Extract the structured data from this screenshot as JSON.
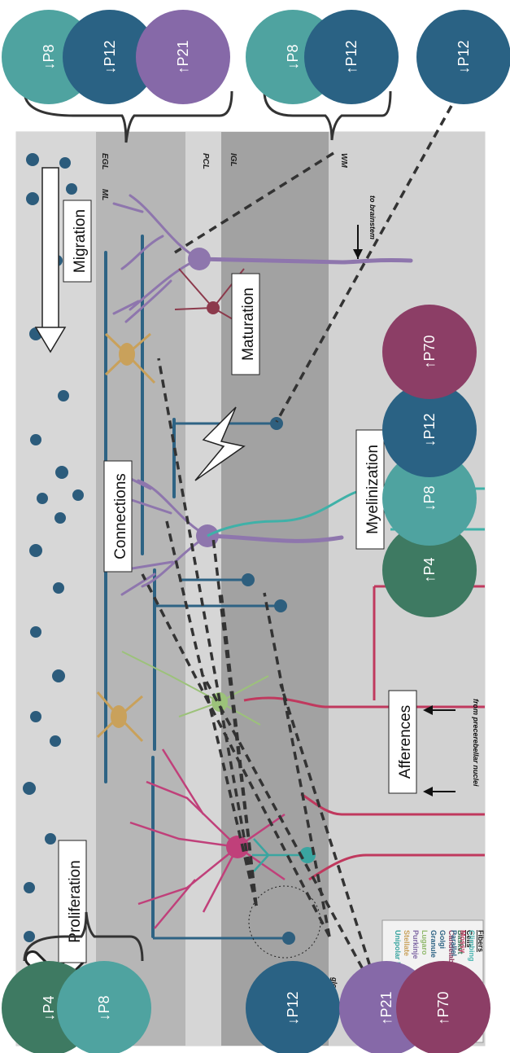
{
  "processes": {
    "proliferation": "Proliferation",
    "migration": "Migration",
    "connections": "Connections",
    "maturation": "Maturation",
    "myelinization": "Myelinization",
    "afferences": "Afferences"
  },
  "layers": {
    "egl": "EGL",
    "ml": "ML",
    "pcl": "PCL",
    "igl": "IGL",
    "wm": "WM"
  },
  "annotations": {
    "to_brainstem": "to brainstem",
    "from_precerebellar": "from precerebellar nuclei",
    "glomerulus": "glomerulus"
  },
  "legend": {
    "cells_title": "Cells",
    "cells": [
      {
        "label": "Basket",
        "color": "#3f7a5a"
      },
      {
        "label": "Candelabrum",
        "color": "#8e3a5e"
      },
      {
        "label": "Golgi",
        "color": "#2e6384"
      },
      {
        "label": "Granule",
        "color": "#2e6384"
      },
      {
        "label": "Lugaro",
        "color": "#8fb86a"
      },
      {
        "label": "Purkinje",
        "color": "#7f67a4"
      },
      {
        "label": "Stellate",
        "color": "#c9a15b"
      },
      {
        "label": "Unipolar brush",
        "color": "#3aa5a0"
      }
    ],
    "fibers_title": "Fibers",
    "fibers": [
      {
        "label": "Climbing",
        "color": "#4ab5b0"
      },
      {
        "label": "Mossy",
        "color": "#c0395e"
      },
      {
        "label": "Parallel",
        "color": "#2e6384"
      }
    ]
  },
  "markers": {
    "proliferation": [
      "↓P4",
      "↓P8"
    ],
    "connections": [
      "↓P12"
    ],
    "afferences": [
      "↑P21",
      "↑P70"
    ],
    "migration": [
      "↓P8",
      "↓P12",
      "↑P21"
    ],
    "maturation": [
      "↓P8",
      "↑P12"
    ],
    "maturation_single": [
      "↓P12"
    ],
    "myelinization": [
      "↑P4",
      "↓P8",
      "↓P12",
      "↑P70"
    ]
  },
  "colors": {
    "p4": "#3e7a62",
    "p8": "#4fa3a0",
    "p12": "#2a6284",
    "p21": "#8669a8",
    "p70": "#8c3e66",
    "purkinje": "#8e76ad",
    "granule": "#2e5f7e",
    "mossy": "#c0395e",
    "climbing": "#3fb1a8",
    "stellate": "#c9a15b",
    "lugaro": "#9cc27a"
  }
}
